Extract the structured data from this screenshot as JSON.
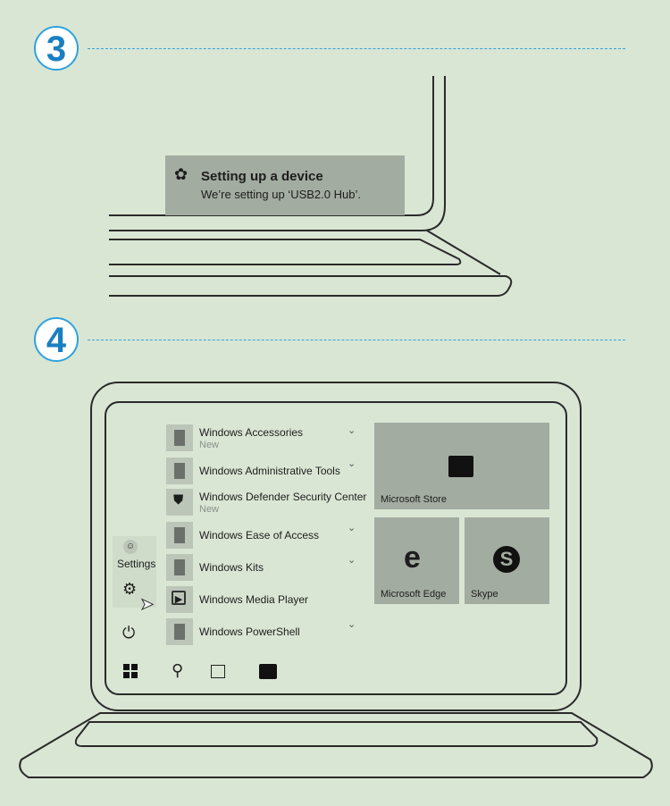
{
  "steps": [
    "3",
    "4"
  ],
  "notification": {
    "title": "Setting up a device",
    "message": "We’re setting up ‘USB2.0 Hub’."
  },
  "start_menu": {
    "apps": [
      {
        "label": "Windows Accessories",
        "sub": "New",
        "chevron": true,
        "icon": "folder-icon"
      },
      {
        "label": "Windows Administrative Tools",
        "sub": "",
        "chevron": true,
        "icon": "folder-icon"
      },
      {
        "label": "Windows Defender Security Center",
        "sub": "New",
        "chevron": false,
        "icon": "shield-icon"
      },
      {
        "label": "Windows Ease of Access",
        "sub": "",
        "chevron": true,
        "icon": "folder-icon"
      },
      {
        "label": "Windows Kits",
        "sub": "",
        "chevron": true,
        "icon": "folder-icon"
      },
      {
        "label": "Windows Media Player",
        "sub": "",
        "chevron": false,
        "icon": "media-player-icon"
      },
      {
        "label": "Windows PowerShell",
        "sub": "",
        "chevron": true,
        "icon": "folder-icon"
      }
    ],
    "settings_tooltip": "Settings",
    "tiles": [
      {
        "label": "Microsoft Store"
      },
      {
        "label": "Microsoft Edge"
      },
      {
        "label": "Skype"
      }
    ]
  },
  "colors": {
    "background": "#d9e6d4",
    "accent": "#2fa3dc",
    "tile": "#a3aca0"
  }
}
